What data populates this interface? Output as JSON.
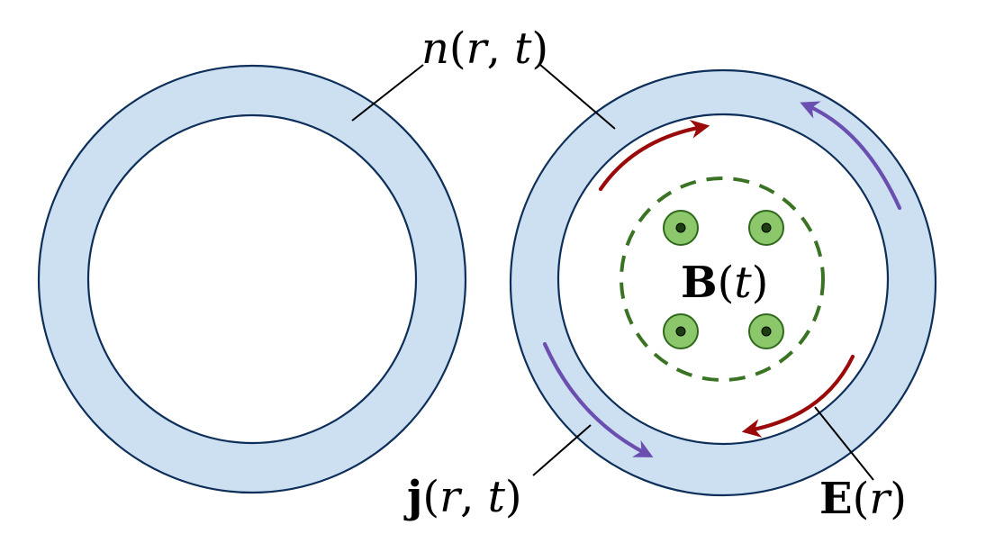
{
  "labels": {
    "density": {
      "symbol": "n",
      "open": "(",
      "var1": "r",
      "sep": ", ",
      "var2": "t",
      "close": ")"
    },
    "magnetic": {
      "symbol": "B",
      "open": "(",
      "var1": "t",
      "close": ")"
    },
    "current": {
      "symbol": "j",
      "open": "(",
      "var1": "r",
      "sep": ", ",
      "var2": "t",
      "close": ")"
    },
    "electric": {
      "symbol": "E",
      "open": "(",
      "var1": "r",
      "close": ")"
    }
  },
  "colors": {
    "ring_fill": "#cde0f1",
    "ring_stroke": "#0d2f5a",
    "electric_field": "#9b0a0a",
    "current": "#6a4fb0",
    "magnetic_field": "#8cc76b",
    "flux_loop": "#3a7323"
  },
  "magnetic_field_markers": {
    "count": 4,
    "direction": "out-of-page"
  }
}
